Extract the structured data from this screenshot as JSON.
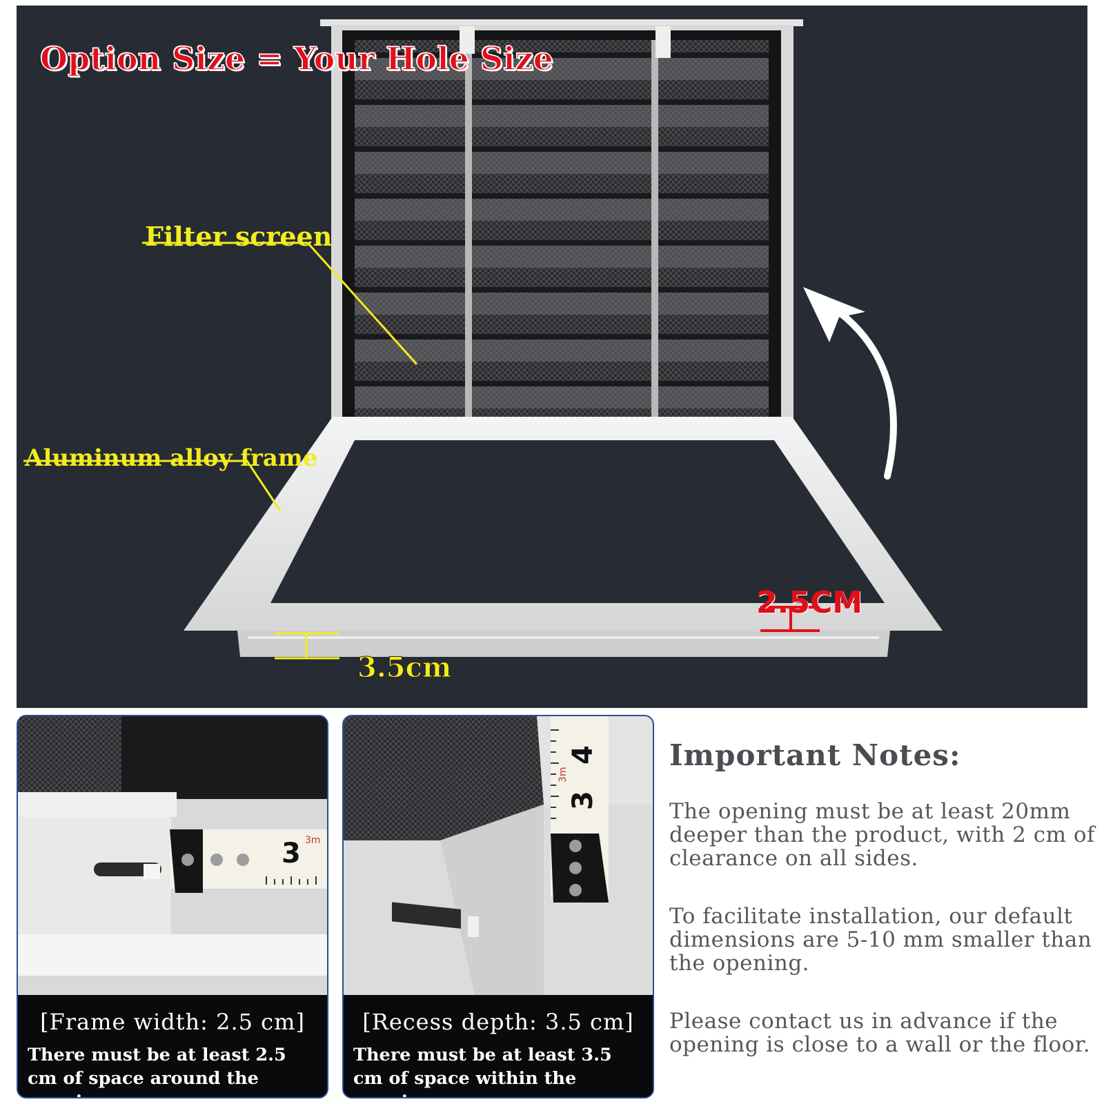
{
  "hero": {
    "headline": "Option Size = Your Hole Size",
    "callout_filter": "Filter screen",
    "callout_frame": "Aluminum alloy frame",
    "dimension_width": "2.5CM",
    "dimension_depth": "3.5cm"
  },
  "cards": [
    {
      "title": "[Frame width: 2.5 cm]",
      "body": "There must be at least 2.5 cm of space around the opening.",
      "tape_digit": "3",
      "tape_unit": "3m"
    },
    {
      "title": "[Recess depth: 3.5 cm]",
      "body": "There must be at least 3.5 cm of space within the opening.",
      "tape_digit_a": "3",
      "tape_digit_b": "4",
      "tape_unit": "3m"
    }
  ],
  "notes": {
    "heading": "Important Notes:",
    "items": [
      "The opening must be at least 20mm deeper than the product, with 2 cm of clearance on all sides.",
      "To facilitate installation, our default dimensions are 5-10 mm smaller than the opening.",
      "Please contact us in advance if the opening is close to a wall or the floor."
    ]
  },
  "colors": {
    "headline": "#e0101a",
    "callout": "#f3ec1c",
    "background": "#262b34",
    "card_border": "#2a4f93",
    "notes_text": "#55575c"
  }
}
